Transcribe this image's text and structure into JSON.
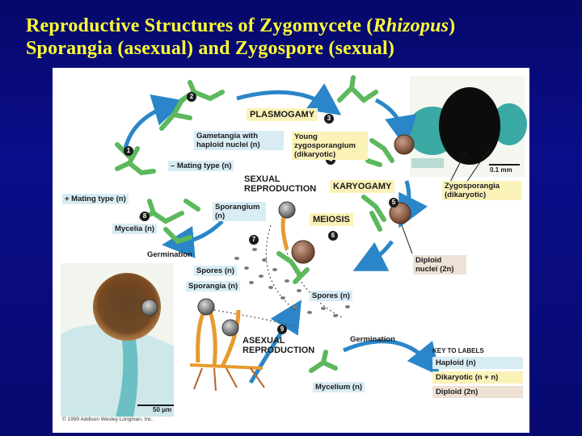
{
  "title": {
    "line1_pre": "Reproductive Structures of Zygomycete (",
    "line1_italic": "Rhizopus",
    "line1_post": ")",
    "line2": "Sporangia (asexual) and Zygospore (sexual)"
  },
  "figure": {
    "steps": [
      "1",
      "2",
      "3",
      "4",
      "5",
      "6",
      "7",
      "8",
      "9"
    ],
    "labels": {
      "gametangia": "Gametangia with haploid nuclei (n)",
      "mating_minus": "– Mating type (n)",
      "mating_plus": "+ Mating type (n)",
      "mycelia": "Mycelia (n)",
      "germination_top": "Germination",
      "sporangium": "Sporangium (n)",
      "spores_left": "Spores (n)",
      "sporangia": "Sporangia (n)",
      "spores_right": "Spores (n)",
      "germination_bottom": "Germination",
      "mycelium": "Mycelium (n)",
      "young_zygo": "Young zygosporangium (dikaryotic)",
      "zygosporangia": "Zygosporangia (dikaryotic)",
      "diploid_nuclei": "Diploid nuclei (2n)",
      "scale_top": "0.1 mm",
      "scale_bottom": "50 μm"
    },
    "stages": {
      "plasmogamy": "PLASMOGAMY",
      "karyogamy": "KARYOGAMY",
      "meiosis": "MEIOSIS",
      "sexual_line1": "SEXUAL",
      "sexual_line2": "REPRODUCTION",
      "asexual_line1": "ASEXUAL",
      "asexual_line2": "REPRODUCTION"
    },
    "key": {
      "title": "KEY TO LABELS",
      "haploid": "Haploid (n)",
      "dikaryotic": "Dikaryotic (n + n)",
      "diploid": "Diploid (2n)"
    },
    "copyright": "© 1999 Addison Wesley Longman, Inc."
  },
  "colors": {
    "background": "#0b0d8a",
    "title": "#ffff33",
    "arrow": "#2a86c8",
    "hyphae": "#5cb85c",
    "haploid": "#d8ecf4",
    "dikaryotic": "#fbf2b8",
    "diploid": "#eee2d6"
  }
}
